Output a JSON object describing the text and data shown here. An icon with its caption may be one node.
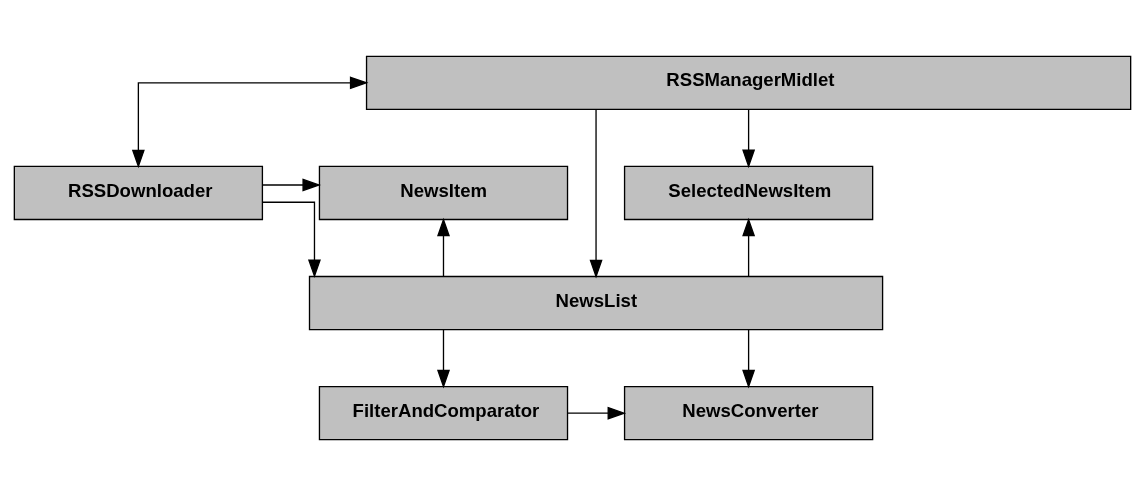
{
  "diagram": {
    "nodes": [
      {
        "text": [
          "RSSManagerMidlet"
        ]
      },
      {
        "text": [
          "RSSDownloader"
        ]
      },
      {
        "text": [
          "NewsItem"
        ]
      },
      {
        "text": [
          "SelectedNewsItem"
        ]
      },
      {
        "text": [
          "NewsList"
        ]
      },
      {
        "text": [
          "FilterAndComparator"
        ]
      },
      {
        "text": [
          "NewsConverter"
        ]
      }
    ],
    "edges": [
      {
        "from": 0,
        "to": 1,
        "arrow": "both"
      },
      {
        "from": 1,
        "to": 2,
        "arrow": "to"
      },
      {
        "from": 0,
        "to": 3,
        "arrow": "to"
      },
      {
        "from": 0,
        "to": 4,
        "arrow": "to"
      },
      {
        "from": 1,
        "to": 4,
        "arrow": "to"
      },
      {
        "from": 4,
        "to": 2,
        "arrow": "to"
      },
      {
        "from": 4,
        "to": 3,
        "arrow": "to"
      },
      {
        "from": 4,
        "to": 5,
        "arrow": "to"
      },
      {
        "from": 4,
        "to": 6,
        "arrow": "to"
      },
      {
        "from": 5,
        "to": 6,
        "arrow": "to"
      }
    ]
  }
}
